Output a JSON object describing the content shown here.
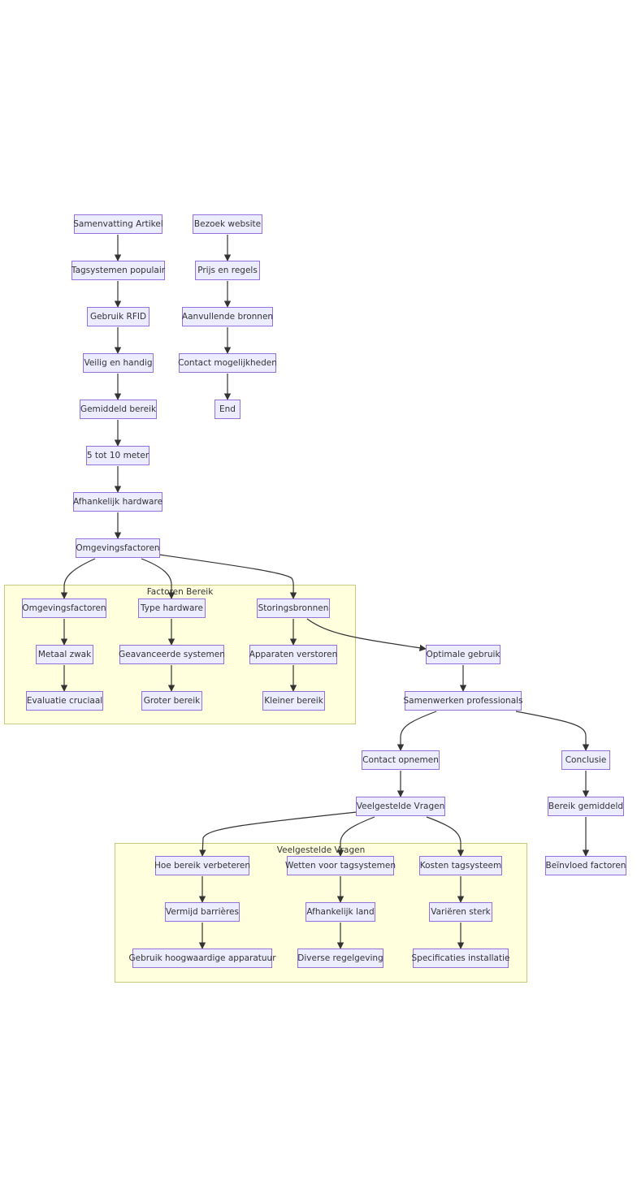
{
  "diagram": {
    "clusters": {
      "factoren_bereik": "Factoren Bereik",
      "veelgestelde_vragen": "Veelgestelde Vragen"
    },
    "nodes": {
      "samenvatting_artikel": "Samenvatting Artikel",
      "tagsystemen_populair": "Tagsystemen populair",
      "gebruik_rfid": "Gebruik RFID",
      "veilig_en_handig": "Veilig en handig",
      "gemiddeld_bereik": "Gemiddeld bereik",
      "vijf_tot_tien_meter": "5 tot 10 meter",
      "afhankelijk_hardware": "Afhankelijk hardware",
      "omgevingsfactoren_main": "Omgevingsfactoren",
      "omgevingsfactoren_sub": "Omgevingsfactoren",
      "type_hardware": "Type hardware",
      "storingsbronnen": "Storingsbronnen",
      "metaal_zwak": "Metaal zwak",
      "geavanceerde_systemen": "Geavanceerde systemen",
      "apparaten_verstoren": "Apparaten verstoren",
      "evaluatie_cruciaal": "Evaluatie cruciaal",
      "groter_bereik": "Groter bereik",
      "kleiner_bereik": "Kleiner bereik",
      "optimale_gebruik": "Optimale gebruik",
      "samenwerken_professionals": "Samenwerken professionals",
      "contact_opnemen": "Contact opnemen",
      "conclusie": "Conclusie",
      "veelgestelde_vragen": "Veelgestelde Vragen",
      "bereik_gemiddeld": "Bereik gemiddeld",
      "beinvloed_factoren": "Beïnvloed factoren",
      "hoe_bereik_verbeteren": "Hoe bereik verbeteren",
      "wetten_voor_tagsystemen": "Wetten voor tagsystemen",
      "kosten_tagsysteem": "Kosten tagsysteem",
      "vermijd_barrieres": "Vermijd barrières",
      "afhankelijk_land": "Afhankelijk land",
      "varieren_sterk": "Variëren sterk",
      "gebruik_hoogwaardige_apparatuur": "Gebruik hoogwaardige apparatuur",
      "diverse_regelgeving": "Diverse regelgeving",
      "specificaties_installatie": "Specificaties installatie",
      "bezoek_website": "Bezoek website",
      "prijs_en_regels": "Prijs en regels",
      "aanvullende_bronnen": "Aanvullende bronnen",
      "contact_mogelijkheden": "Contact mogelijkheden",
      "end": "End"
    }
  },
  "colors": {
    "node_fill": "#ececff",
    "node_border": "#9370db",
    "cluster_fill": "#ffffde",
    "cluster_border": "#c8c87e",
    "edge": "#333333",
    "text": "#333333"
  }
}
